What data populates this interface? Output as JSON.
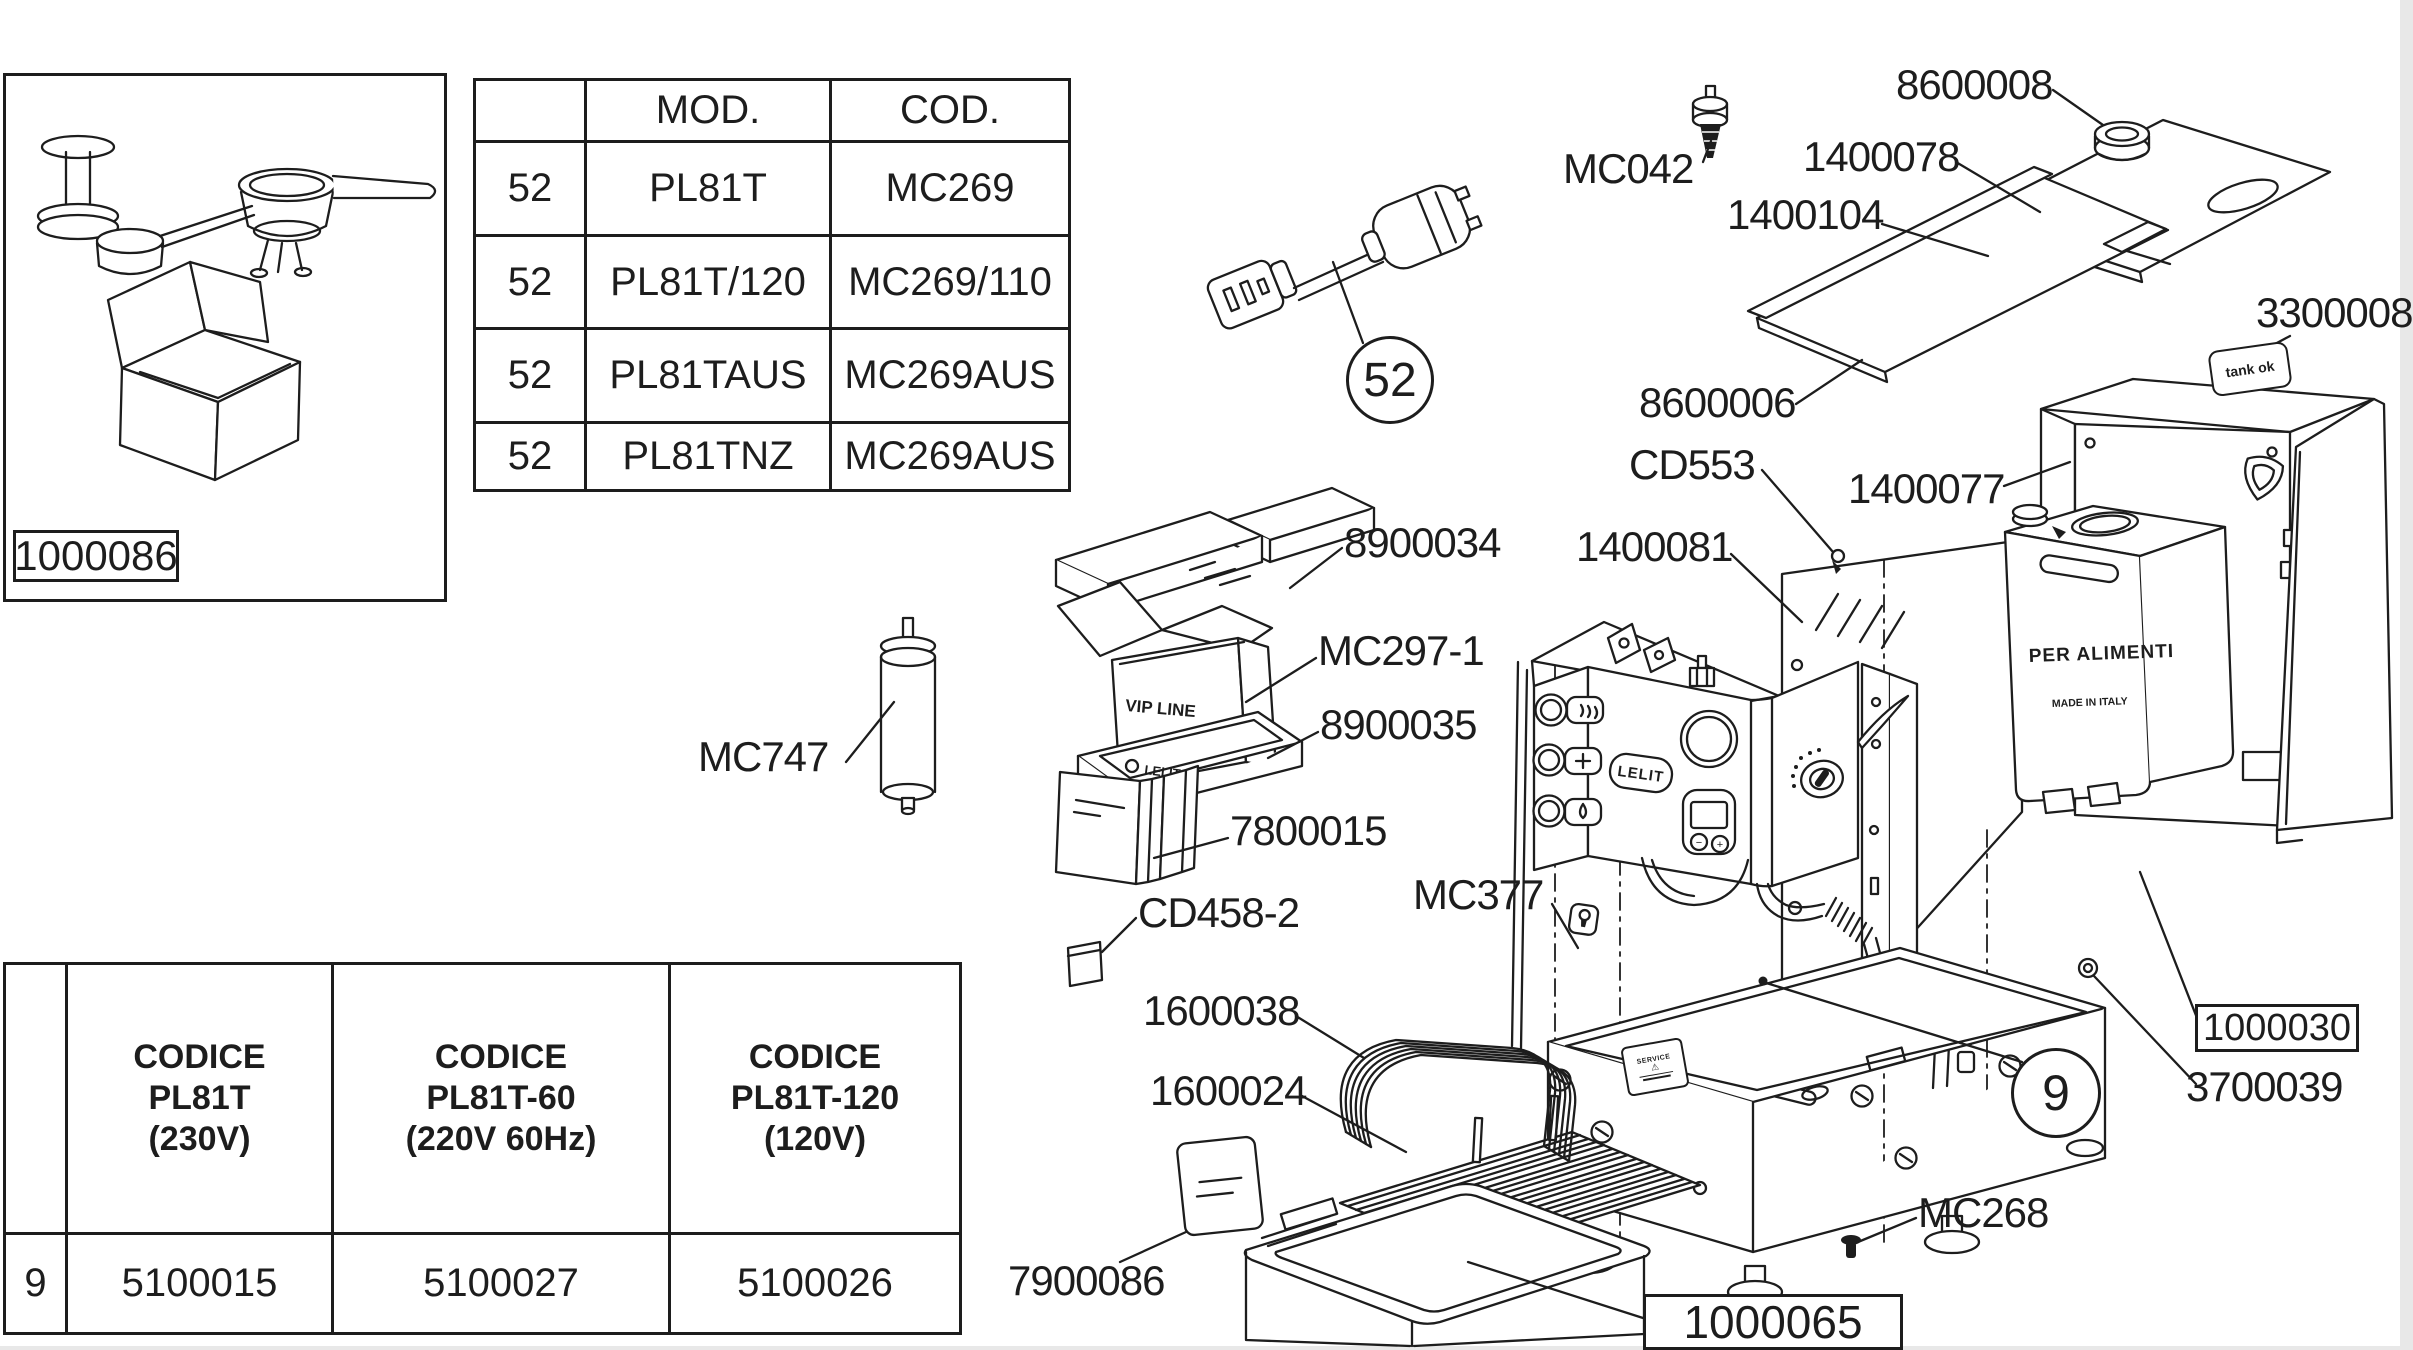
{
  "model_table": {
    "col_headers": [
      "",
      "MOD.",
      "COD."
    ],
    "rows": [
      [
        "52",
        "PL81T",
        "MC269"
      ],
      [
        "52",
        "PL81T/120",
        "MC269/110"
      ],
      [
        "52",
        "PL81TAUS",
        "MC269AUS"
      ],
      [
        "52",
        "PL81TNZ",
        "MC269AUS"
      ]
    ]
  },
  "code_table": {
    "headers": [
      "",
      "CODICE\nPL81T\n(230V)",
      "CODICE\nPL81T-60\n(220V 60Hz)",
      "CODICE\nPL81T-120\n(120V)"
    ],
    "row": [
      "9",
      "5100015",
      "5100027",
      "5100026"
    ]
  },
  "boxed": {
    "kit": "1000086",
    "tray": "1000065",
    "tank": "1000030"
  },
  "circled": {
    "cord": "52",
    "base": "9"
  },
  "callouts": {
    "n8600008": "8600008",
    "mc042": "MC042",
    "n1400078": "1400078",
    "n1400104": "1400104",
    "n8600006": "8600006",
    "n3300008": "3300008",
    "cd553": "CD553",
    "n1400077": "1400077",
    "n1400081": "1400081",
    "n8900034": "8900034",
    "mc297": "MC297-1",
    "n8900035": "8900035",
    "n7800015": "7800015",
    "cd458": "CD458-2",
    "mc747": "MC747",
    "mc377": "MC377",
    "n1600038": "1600038",
    "n1600024": "1600024",
    "n7900086": "7900086",
    "mc268": "MC268",
    "n3700039": "3700039"
  },
  "markings": {
    "tank_ok": "tank ok",
    "per_alimenti": "PER ALIMENTI",
    "made_in_italy": "MADE IN ITALY",
    "vip_line": "VIP LINE",
    "lelit_logo": "LELIT",
    "lelit_foam": "LELIT",
    "service": "SERVICE",
    "display_minus": "−",
    "display_plus": "+"
  }
}
